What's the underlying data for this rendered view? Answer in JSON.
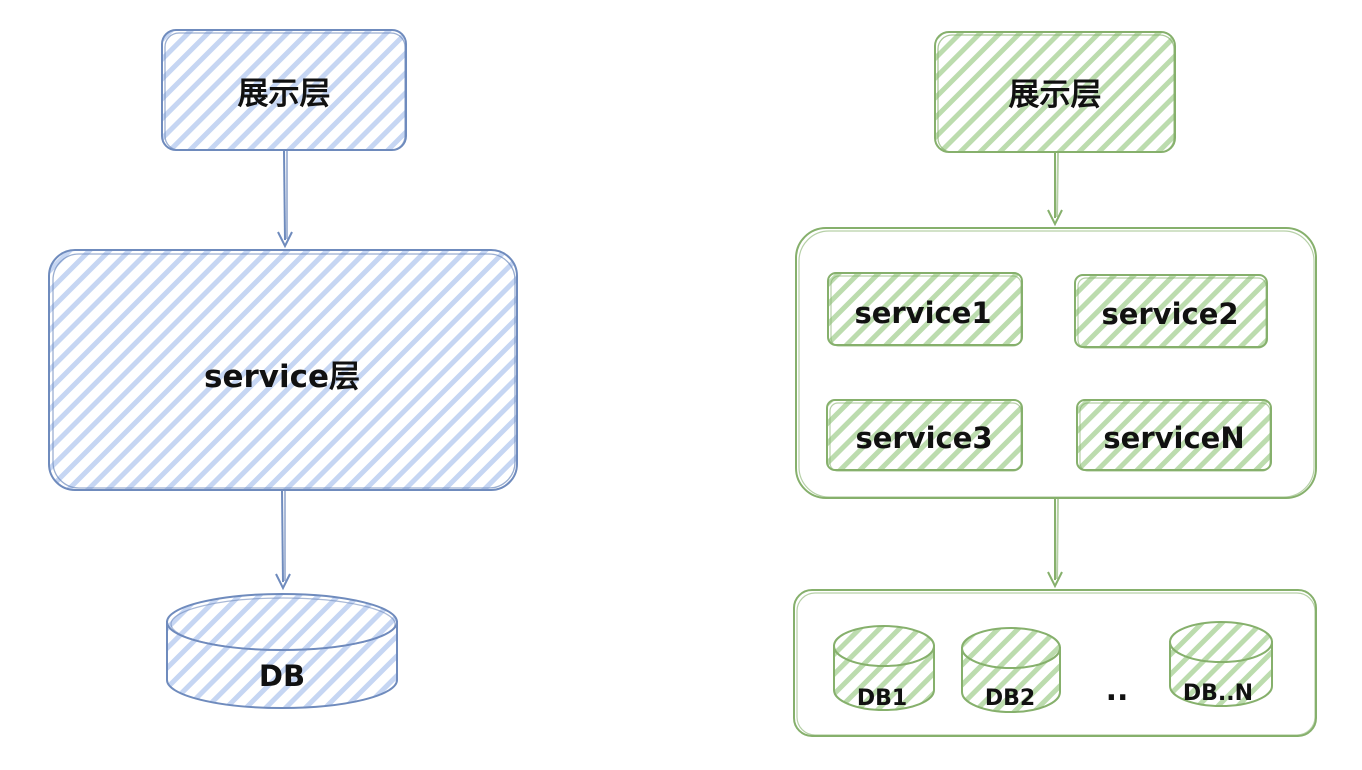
{
  "colors": {
    "blue_stroke": "#6f8bbd",
    "blue_hatch": "#b9cdf1",
    "green_stroke": "#86b06c",
    "green_hatch": "#b7d8a7",
    "text": "#111111"
  },
  "left": {
    "presentation_label": "展示层",
    "service_label": "service层",
    "db_label": "DB"
  },
  "right": {
    "presentation_label": "展示层",
    "services": [
      "service1",
      "service2",
      "service3",
      "serviceN"
    ],
    "dbs": [
      "DB1",
      "DB2",
      "DB..N"
    ],
    "ellipsis": ".."
  }
}
